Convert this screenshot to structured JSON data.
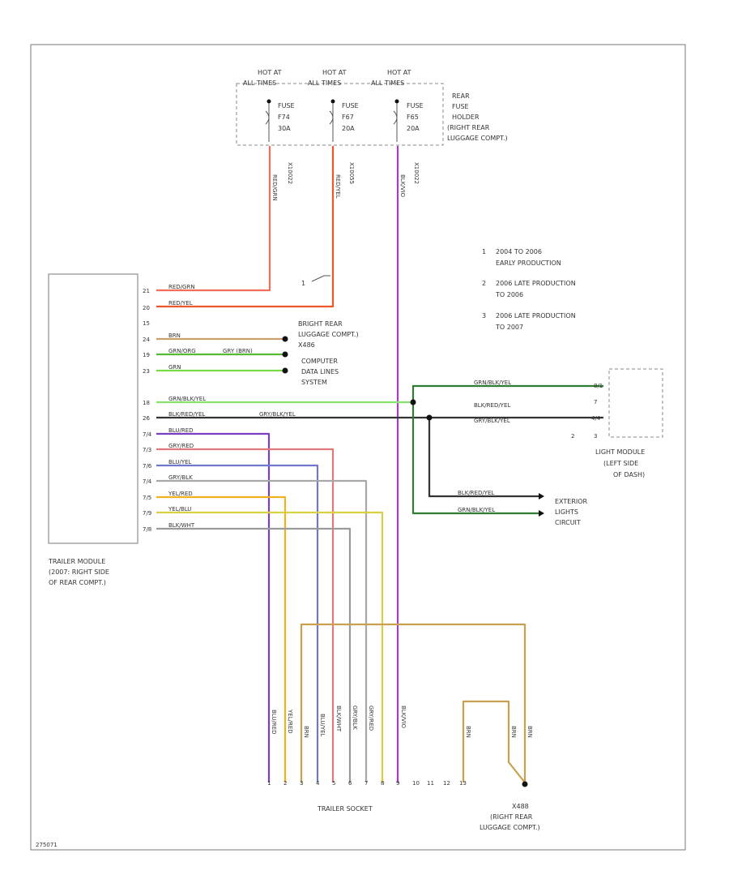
{
  "colors": {
    "red_grn": "#f26d5a",
    "red_yel": "#f0562c",
    "brn": "#c8a06a",
    "grn_gry": "#55bb33",
    "grn": "#77dd44",
    "grn_blk_yel": "#88e070",
    "dk_grn": "#2e7d32",
    "blk_red_yel": "#333333",
    "blu_red": "#7a3fc0",
    "blk_violet": "#a040c0",
    "gry_red": "#e07a7a",
    "blu_yel": "#6f78cc",
    "gry_blk": "#a8a8a8",
    "yel_red": "#f0b020",
    "yel_blu": "#d8d045",
    "blk_wht": "#9a9a9a",
    "yel_socket": "#e8d030",
    "brn_socket": "#c8a050"
  },
  "fuses": [
    {
      "hot": "HOT AT",
      "times": "ALL TIMES",
      "label": "FUSE",
      "id": "F74",
      "amps": "30A",
      "circuit": "X10022"
    },
    {
      "hot": "HOT AT",
      "times": "ALL TIMES",
      "label": "FUSE",
      "id": "F67",
      "amps": "20A",
      "circuit": "X10055"
    },
    {
      "hot": "HOT AT",
      "times": "ALL TIMES",
      "label": "FUSE",
      "id": "F65",
      "amps": "20A",
      "circuit": "X10022"
    }
  ],
  "fuse_holder": [
    "REAR",
    "FUSE",
    "HOLDER",
    "(RIGHT REAR",
    "LUGGAGE COMPT.)"
  ],
  "notes": [
    {
      "num": "1",
      "l1": "2004 TO 2006",
      "l2": "EARLY PRODUCTION"
    },
    {
      "num": "2",
      "l1": "2006 LATE PRODUCTION",
      "l2": "TO 2006"
    },
    {
      "num": "3",
      "l1": "2006 LATE PRODUCTION",
      "l2": "TO 2007"
    }
  ],
  "module": {
    "l1": "TRAILER MODULE",
    "l2": "(2007: RIGHT SIDE",
    "l3": "OF REAR COMPT.)"
  },
  "module_pins": [
    "21",
    "20",
    "15",
    "24",
    "19",
    "23",
    "18",
    "26",
    "7/4",
    "7/3",
    "7/6",
    "7/4",
    "7/5",
    "7/9",
    "7/8"
  ],
  "module_wires": [
    "RED/GRN",
    "RED/YEL",
    "BRN",
    "GRN/ORG",
    "GRN",
    "GRN/BLK/YEL",
    "BLK/RED/YEL",
    "BLU/RED",
    "GRY/RED",
    "BLU/YEL",
    "GRY/BLK",
    "YEL/RED",
    "YEL/BLU",
    "BLK/WHT"
  ],
  "gry_red_tag": "GRY (BRN)",
  "gry_blu_tag": "GRY/BLK/YEL",
  "note1": "1",
  "ground_block": {
    "l1": "RIGHT REAR",
    "l2": "LUGGAGE COMPT.)",
    "l3": "X486"
  },
  "computer": {
    "l1": "COMPUTER",
    "l2": "DATA LINES",
    "l3": "SYSTEM"
  },
  "light_module": {
    "l1": "LIGHT MODULE",
    "l2": "(LEFT SIDE",
    "l3": "OF DASH)",
    "wire1": "GRN/BLK/YEL",
    "wire2a": "BLK/RED/YEL",
    "wire2b": "GRY/BLK/YEL",
    "pin1": "8/1",
    "pin2": "7",
    "pin3": "4/4",
    "pin_a": "2",
    "pin_b": "3"
  },
  "exterior": {
    "l1": "EXTERIOR",
    "l2": "LIGHTS",
    "l3": "CIRCUIT",
    "w1": "BLK/RED/YEL",
    "w2": "GRN/BLK/YEL"
  },
  "socket": {
    "label": "TRAILER SOCKET",
    "pins": [
      "1",
      "2",
      "3",
      "4",
      "5",
      "6",
      "7",
      "8",
      "9",
      "10",
      "11",
      "12",
      "13"
    ]
  },
  "socket_wires": [
    "BLU/RED",
    "YEL/RED",
    "BRN",
    "BLU/YEL",
    "BLK/WHT",
    "GRY/BLK",
    "GRY/RED",
    "BLK/VIO"
  ],
  "ground": {
    "id": "X488",
    "l1": "(RIGHT REAR",
    "l2": "LUGGAGE COMPT.)"
  },
  "ground_wires": [
    "BRN",
    "BRN",
    "BRN"
  ],
  "fig_id": "275071"
}
